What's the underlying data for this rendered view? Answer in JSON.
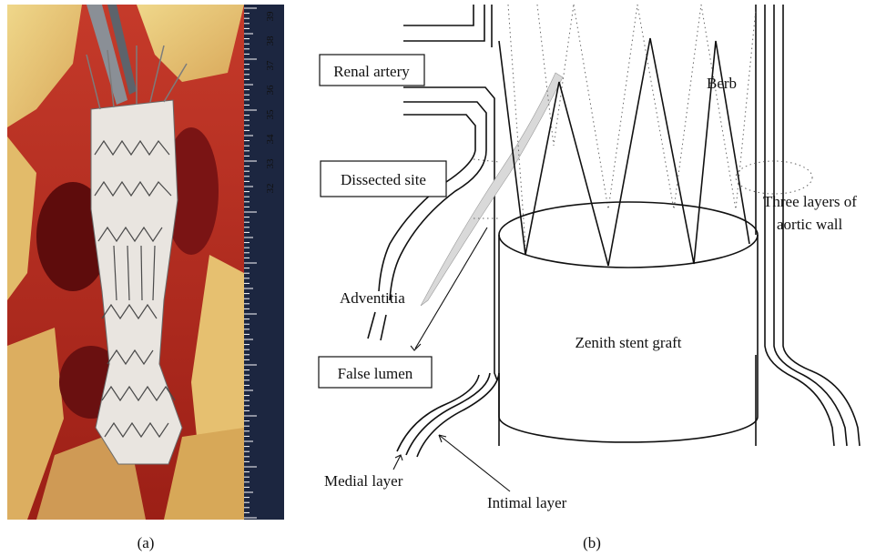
{
  "panels": {
    "a": {
      "label": "(a)"
    },
    "b": {
      "label": "(b)"
    }
  },
  "ruler": {
    "ticks": [
      "39",
      "38",
      "37",
      "36",
      "35",
      "34",
      "33",
      "32"
    ]
  },
  "labels": {
    "renal_artery": "Renal artery",
    "dissected_site": "Dissected site",
    "adventitia": "Adventitia",
    "false_lumen": "False lumen",
    "medial_layer": "Medial layer",
    "intimal_layer": "Intimal layer",
    "berb": "Berb",
    "three_layers_line1": "Three layers of",
    "three_layers_line2": "aortic wall",
    "stent_graft": "Zenith stent graft"
  },
  "colors": {
    "line": "#111111",
    "tissue_dark": "#6e1010",
    "tissue_red": "#b8281c",
    "fat_yellow": "#e6c46a",
    "graft_white": "#e9e5e0",
    "ruler_blue": "#1c2640",
    "highlight_gray": "#d9d9d9"
  }
}
